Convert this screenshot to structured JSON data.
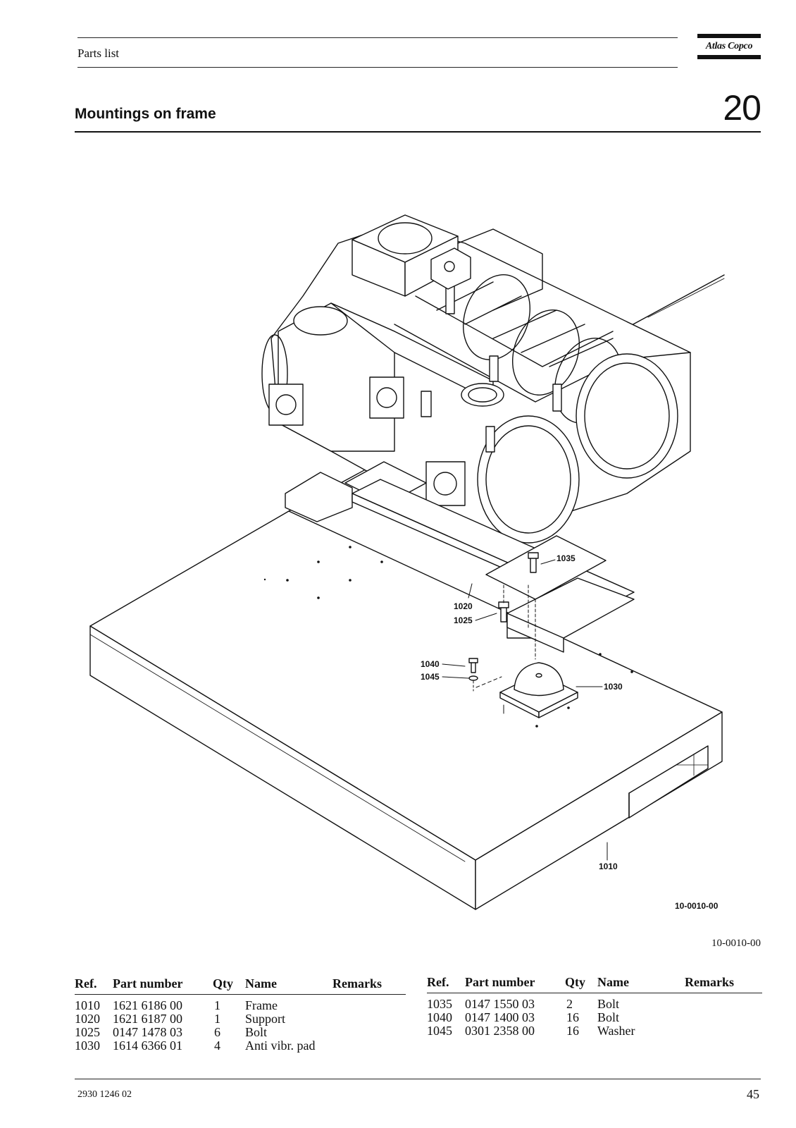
{
  "header": {
    "title": "Parts list",
    "brand": "Atlas Copco"
  },
  "section": {
    "title": "Mountings on frame",
    "number": "20"
  },
  "drawing": {
    "callouts": [
      "1035",
      "1020",
      "1025",
      "1040",
      "1045",
      "1030",
      "1010"
    ],
    "drawing_code": "10-0010-00"
  },
  "figure_reference": "10-0010-00",
  "parts_table": {
    "headers": [
      "Ref.",
      "Part number",
      "Qty",
      "Name",
      "Remarks"
    ],
    "left": [
      {
        "ref": "1010",
        "part_number": "1621 6186 00",
        "qty": "1",
        "name": "Frame",
        "remarks": ""
      },
      {
        "ref": "1020",
        "part_number": "1621 6187 00",
        "qty": "1",
        "name": "Support",
        "remarks": ""
      },
      {
        "ref": "1025",
        "part_number": "0147 1478 03",
        "qty": "6",
        "name": "Bolt",
        "remarks": ""
      },
      {
        "ref": "1030",
        "part_number": "1614 6366 01",
        "qty": "4",
        "name": "Anti vibr. pad",
        "remarks": ""
      }
    ],
    "right": [
      {
        "ref": "1035",
        "part_number": "0147 1550 03",
        "qty": "2",
        "name": "Bolt",
        "remarks": ""
      },
      {
        "ref": "1040",
        "part_number": "0147 1400 03",
        "qty": "16",
        "name": "Bolt",
        "remarks": ""
      },
      {
        "ref": "1045",
        "part_number": "0301 2358 00",
        "qty": "16",
        "name": "Washer",
        "remarks": ""
      }
    ]
  },
  "footer": {
    "doc_number": "2930 1246 02",
    "page": "45"
  }
}
